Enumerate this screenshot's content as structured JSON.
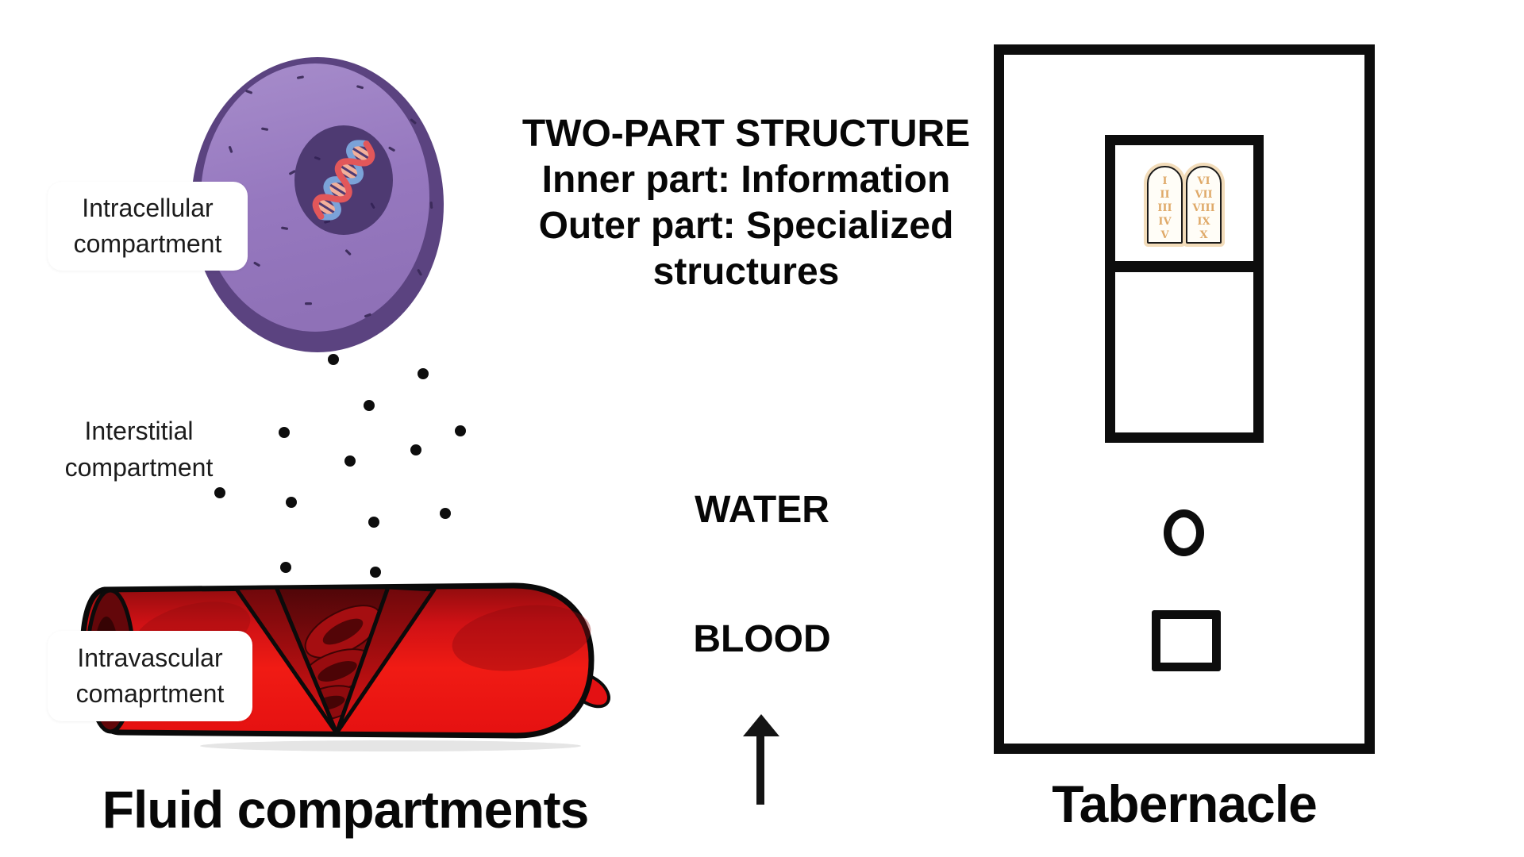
{
  "diagram": {
    "left_panel": {
      "caption": "Fluid compartments",
      "cell_label": {
        "line1": "Intracellular",
        "line2": "compartment"
      },
      "interstitial_label": {
        "line1": "Interstitial",
        "line2": "compartment"
      },
      "vessel_label": {
        "line1": "Intravascular",
        "line2": "comaprtment"
      }
    },
    "center_panel": {
      "heading": [
        "TWO-PART STRUCTURE",
        "Inner part: Information",
        "Outer part: Specialized",
        "structures"
      ],
      "water": "WATER",
      "blood": "BLOOD"
    },
    "right_panel": {
      "caption": "Tabernacle",
      "tablet_left": [
        "I",
        "II",
        "III",
        "IV",
        "V"
      ],
      "tablet_right": [
        "VI",
        "VII",
        "VIII",
        "IX",
        "X"
      ]
    },
    "colors": {
      "ink": "#0d0d0d",
      "cell_body": "#9678bf",
      "cell_membrane": "#5b4380",
      "nucleus": "#4e3a72",
      "dna_red": "#e2575a",
      "dna_blue": "#7ba2d8",
      "vessel_bright_red": "#ee1a14",
      "vessel_dark_red": "#8f0c0e",
      "numeral_gold": "#dfa968"
    }
  }
}
